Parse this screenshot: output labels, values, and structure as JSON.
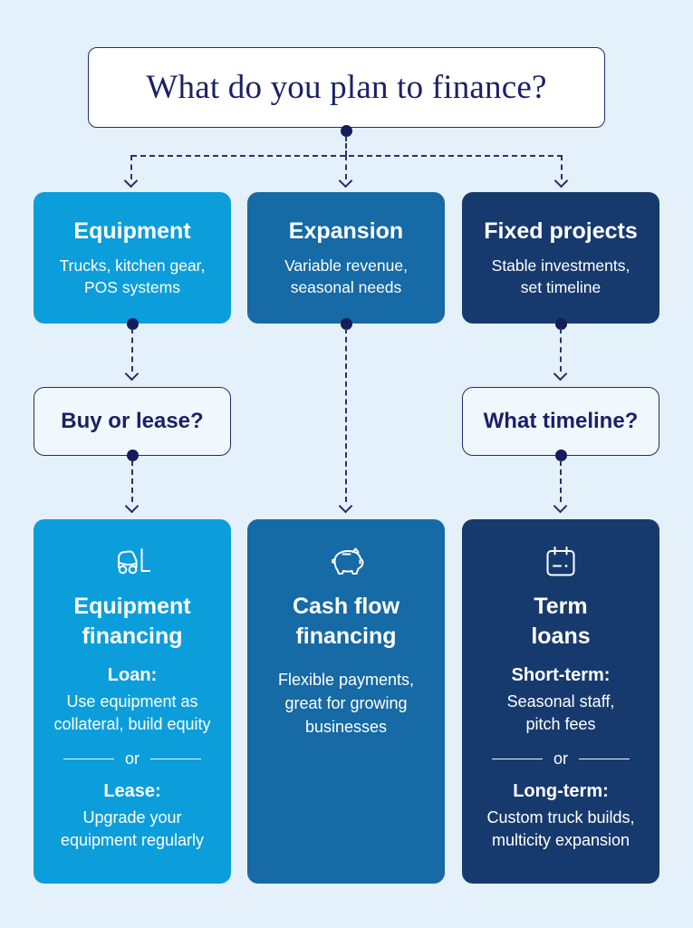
{
  "colors": {
    "background": "#e4f0fa",
    "light_blue": "#0c9edb",
    "medium_blue": "#166aa5",
    "dark_navy": "#173a6e",
    "connector_navy": "#2a336f",
    "text_navy": "#1b2166",
    "box_text": "#ffffff",
    "question_box_bg": "#f1f8fd"
  },
  "title": {
    "text": "What do you plan to finance?"
  },
  "top_boxes": [
    {
      "heading": "Equipment",
      "subtext": "Trucks, kitchen gear,\nPOS systems"
    },
    {
      "heading": "Expansion",
      "subtext": "Variable revenue,\nseasonal needs"
    },
    {
      "heading": "Fixed projects",
      "subtext": "Stable investments,\nset timeline"
    }
  ],
  "question_boxes": [
    {
      "text": "Buy or lease?"
    },
    {
      "text": "What timeline?"
    }
  ],
  "bottom_boxes": [
    {
      "icon": "forklift-icon",
      "heading": "Equipment\nfinancing",
      "option1_label": "Loan:",
      "option1_text": "Use equipment as\ncollateral, build equity",
      "divider": "or",
      "option2_label": "Lease:",
      "option2_text": "Upgrade your\nequipment regularly"
    },
    {
      "icon": "piggy-bank-icon",
      "heading": "Cash flow\nfinancing",
      "text": "Flexible payments,\ngreat for growing\nbusinesses"
    },
    {
      "icon": "calendar-icon",
      "heading": "Term\nloans",
      "option1_label": "Short-term:",
      "option1_text": "Seasonal staff,\npitch fees",
      "divider": "or",
      "option2_label": "Long-term:",
      "option2_text": "Custom truck builds,\nmulticity expansion"
    }
  ]
}
